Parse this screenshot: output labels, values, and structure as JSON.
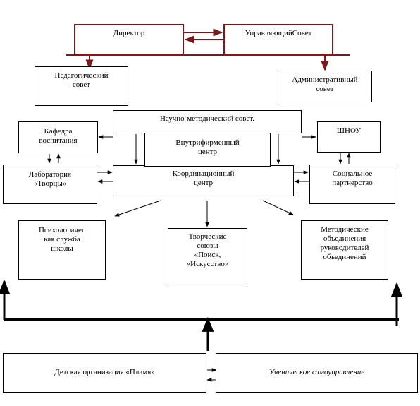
{
  "colors": {
    "red": "#7a1a1a",
    "black": "#000000"
  },
  "nodes": {
    "director": "Директор",
    "council": "УправляющийСовет",
    "ped_council": "Педагогический\nсовет",
    "admin_council": "Административный\nсовет",
    "nms": "Научно-методический совет.",
    "kafedra": "Кафедра\nвоспитания",
    "shnou": "ШНОУ",
    "vnutri": "Внутрифирменный\nцентр",
    "lab": "Лаборатория\n«Творцы»",
    "coord": "Координационный\nцентр",
    "social": "Социальное\nпартнерство",
    "psych": "Психологичес\nкая  служба\nшколы",
    "creative": "Творческие\nсоюзы\n«Поиск,\n«Искусство»",
    "method": "Методические\nобъединения\nруководителей\nобъединений",
    "children": "Детская организация «Пламя»",
    "selfgov": "Ученическое самоуправление"
  }
}
